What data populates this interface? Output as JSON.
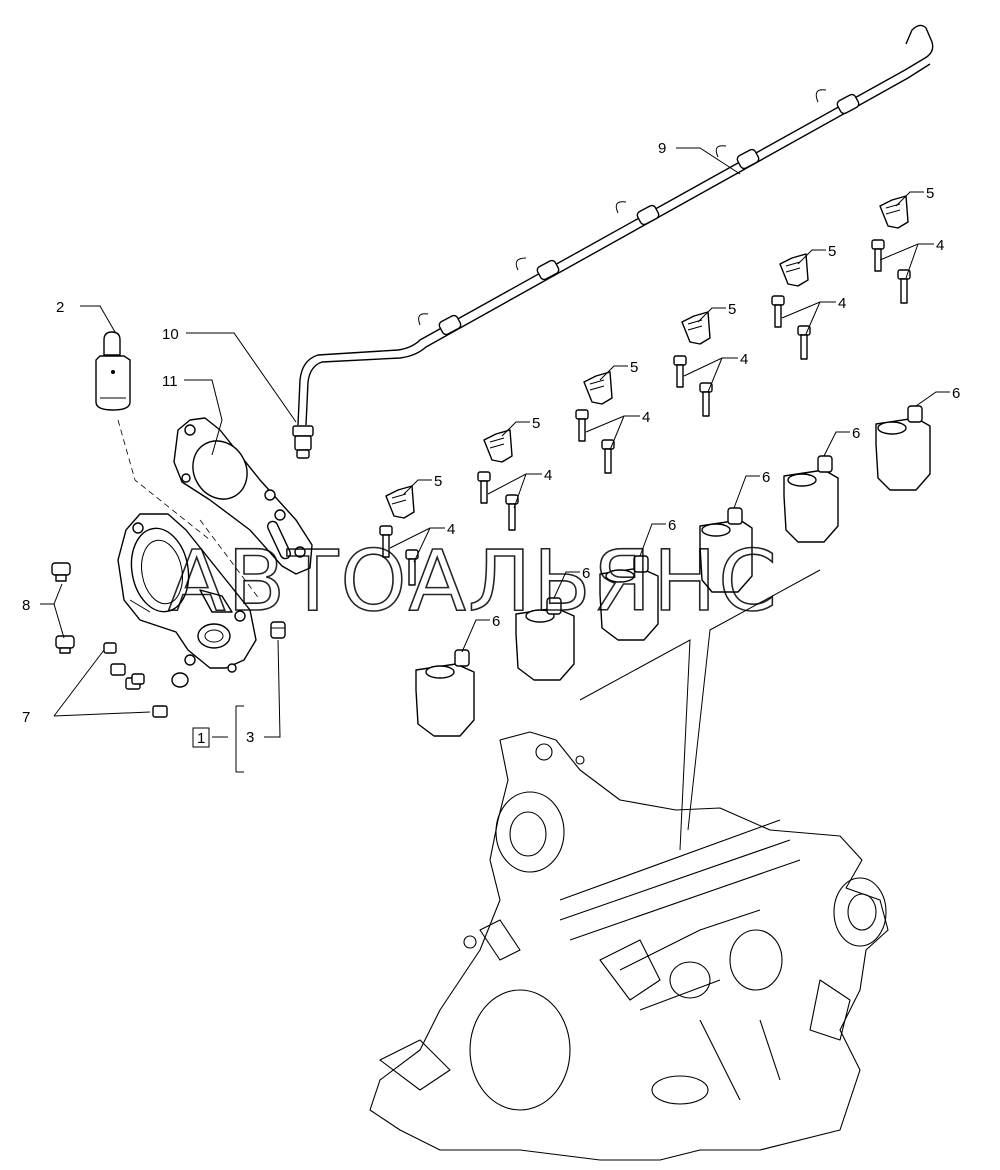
{
  "watermark": "АВТОАЛЬЯНС",
  "callouts": {
    "c1": "1",
    "c2": "2",
    "c3": "3",
    "c7": "7",
    "c8": "8",
    "c9": "9",
    "c10": "10",
    "c11": "11",
    "c4": "4",
    "c5": "5",
    "c6": "6"
  }
}
